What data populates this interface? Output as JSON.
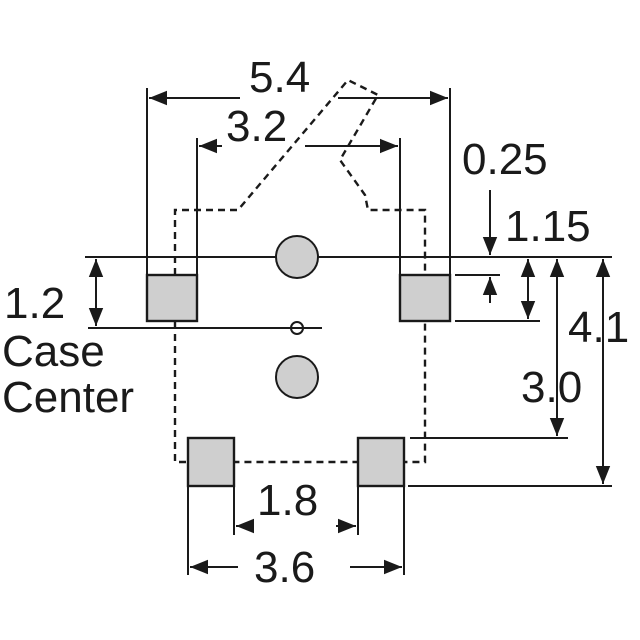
{
  "dimensions": {
    "overall_width": "5.4",
    "top_pad_inner_width": "3.2",
    "thickness": "0.25",
    "pad_height": "1.15",
    "overall_height": "4.1",
    "center_to_bottom_pad": "3.0",
    "case_center_offset": "1.2",
    "bottom_pad_inner_width": "1.8",
    "bottom_pad_outer_width": "3.6"
  },
  "labels": {
    "case": "Case",
    "center": "Center"
  },
  "colors": {
    "ink": "#1a1a1a",
    "pad_fill": "#cfcfcf"
  }
}
